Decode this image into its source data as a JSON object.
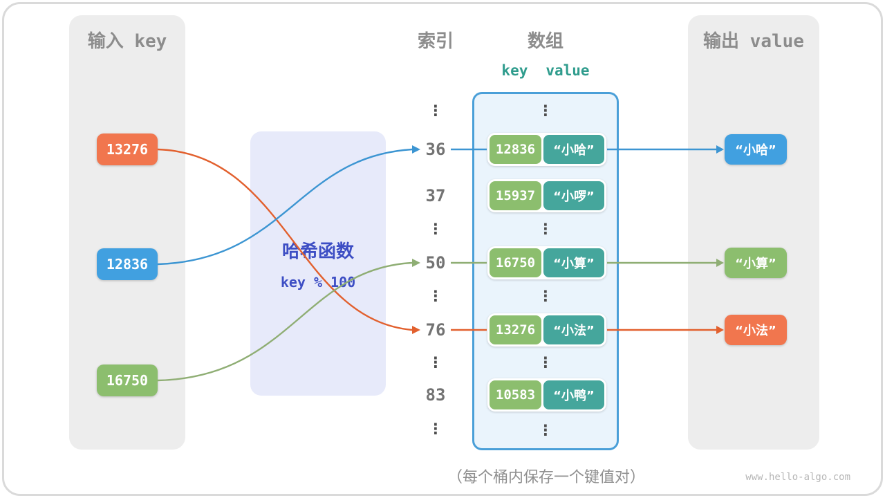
{
  "frame": {
    "caption": "（每个桶内保存一个键值对）",
    "watermark": "www.hello-algo.com",
    "ellipsis": "⋮"
  },
  "colors": {
    "orange": "#F1764E",
    "blue": "#41A0E0",
    "green": "#8CBE6E",
    "teal": "#45A69C",
    "arrow_orange": "#E2602E",
    "arrow_blue": "#3C95D2",
    "arrow_green": "#8FAE74",
    "hash_text": "#3D4EC4",
    "array_border": "#4A9FD8"
  },
  "input_panel": {
    "title": "输入 key",
    "keys": [
      {
        "label": "13276",
        "color": "#F1764E"
      },
      {
        "label": "12836",
        "color": "#41A0E0"
      },
      {
        "label": "16750",
        "color": "#8CBE6E"
      }
    ]
  },
  "hash_function": {
    "title": "哈希函数",
    "formula": "key % 100"
  },
  "index_column": {
    "title": "索引",
    "indices": [
      "36",
      "37",
      "50",
      "76",
      "83"
    ]
  },
  "array_panel": {
    "title": "数组",
    "kv_header": {
      "key": "key",
      "value": "value"
    },
    "buckets": [
      {
        "key": "12836",
        "value": "“小哈”"
      },
      {
        "key": "15937",
        "value": "“小啰”"
      },
      {
        "key": "16750",
        "value": "“小算”"
      },
      {
        "key": "13276",
        "value": "“小法”"
      },
      {
        "key": "10583",
        "value": "“小鸭”"
      }
    ]
  },
  "output_panel": {
    "title": "输出 value",
    "values": [
      {
        "label": "“小哈”",
        "color": "#41A0E0"
      },
      {
        "label": "“小算”",
        "color": "#8CBE6E"
      },
      {
        "label": "“小法”",
        "color": "#F1764E"
      }
    ]
  }
}
